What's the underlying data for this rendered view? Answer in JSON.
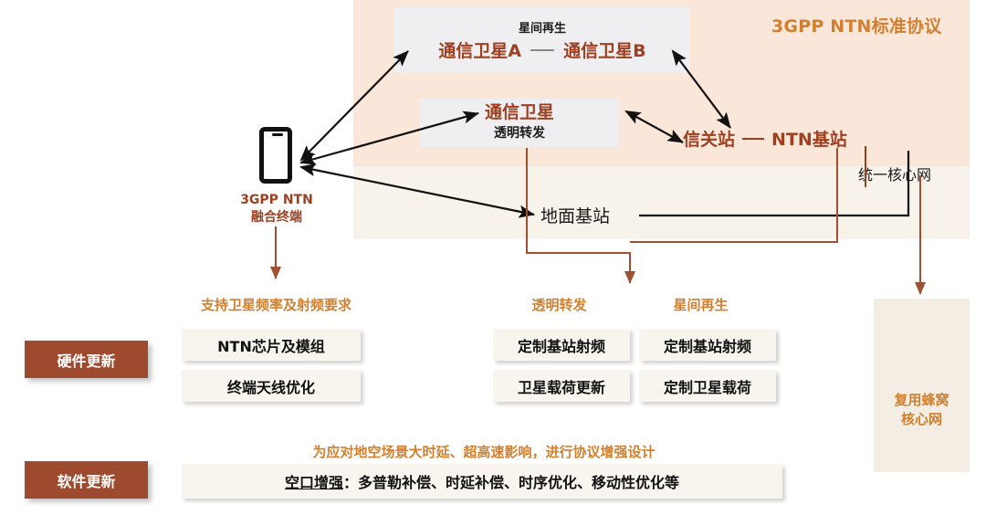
{
  "title": "3GPP NTN 标准协议架构图",
  "colors": {
    "panel_pink": "#FBE7DA",
    "panel_cream": "#F7F2EA",
    "panel_core": "#F4EDE4",
    "gray_box": "#EFEFF1",
    "brown_text": "#9E3F20",
    "orange_text": "#D0802F",
    "badge_bg": "#9E4A2E",
    "item_box": "#F8F5EF",
    "arrow_black": "#111111",
    "arrow_brown": "#A0502F"
  },
  "header": {
    "standard_title": "3GPP NTN标准协议"
  },
  "space_segment": {
    "isl_box": {
      "subtitle": "星间再生",
      "satellite_a": "通信卫星A",
      "connector": "—",
      "satellite_b": "通信卫星B"
    },
    "transparent_box": {
      "title": "通信卫星",
      "subtitle": "透明转发"
    }
  },
  "ground_segment": {
    "gateway": "信关站",
    "gateway_connector": "—",
    "ntn_base_station": "NTN基站",
    "unified_core_network": "统一核心网",
    "terrestrial_base_station": "地面基站"
  },
  "terminal": {
    "icon": "smartphone-icon",
    "label_line1": "3GPP NTN",
    "label_line2": "融合终端"
  },
  "hardware_update": {
    "badge": "硬件更新",
    "groups": [
      {
        "heading": "支持卫星频率及射频要求",
        "items": [
          "NTN芯片及模组",
          "终端天线优化"
        ]
      },
      {
        "heading": "透明转发",
        "items": [
          "定制基站射频",
          "卫星载荷更新"
        ]
      },
      {
        "heading": "星间再生",
        "items": [
          "定制基站射频",
          "定制卫星载荷"
        ]
      }
    ]
  },
  "software_update": {
    "badge": "软件更新",
    "heading": "为应对地空场景大时延、超高速影响，进行协议增强设计",
    "item_prefix": "空口增强",
    "item_body": "：多普勒补偿、时延补偿、时序优化、移动性优化等"
  },
  "core_network": {
    "label_line1": "复用蜂窝",
    "label_line2": "核心网"
  }
}
